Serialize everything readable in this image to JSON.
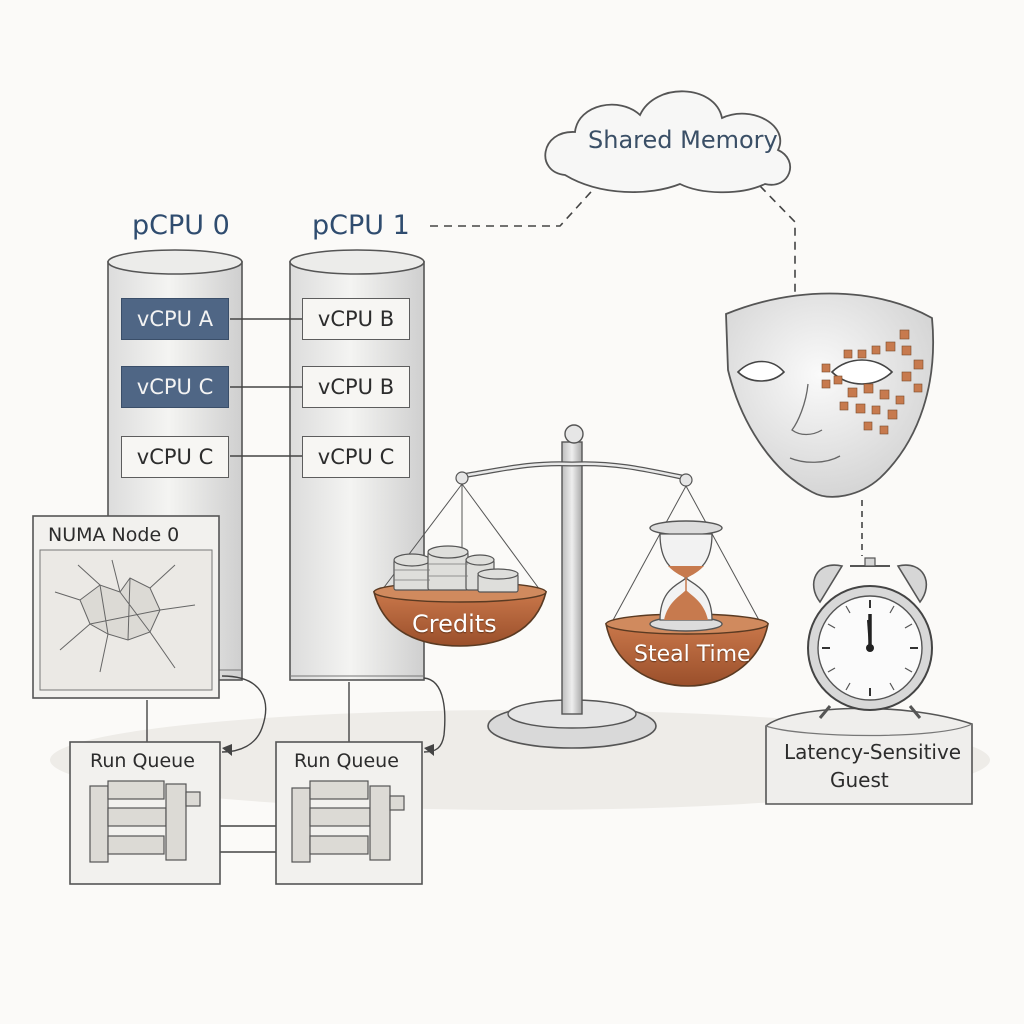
{
  "cloud": {
    "label": "Shared Memory"
  },
  "cpus": [
    {
      "title": "pCPU 0",
      "slots": [
        {
          "label": "vCPU A",
          "highlighted": true
        },
        {
          "label": "vCPU C",
          "highlighted": true
        },
        {
          "label": "vCPU C",
          "highlighted": false
        }
      ]
    },
    {
      "title": "pCPU 1",
      "slots": [
        {
          "label": "vCPU B",
          "highlighted": false
        },
        {
          "label": "vCPU B",
          "highlighted": false
        },
        {
          "label": "vCPU C",
          "highlighted": false
        }
      ]
    }
  ],
  "numa": {
    "label": "NUMA Node 0"
  },
  "run_queues": [
    {
      "label": "Run Queue"
    },
    {
      "label": "Run Queue"
    }
  ],
  "scale": {
    "left_pan": "Credits",
    "right_pan": "Steal Time"
  },
  "guest": {
    "label_line1": "Latency-Sensitive",
    "label_line2": "Guest"
  },
  "colors": {
    "accent_blue": "#4f6685",
    "copper": "#b5643a",
    "pencil": "#4a4a4a"
  },
  "icons": [
    "cloud-icon",
    "mask-icon",
    "alarm-clock-icon",
    "scale-icon",
    "hourglass-icon",
    "coins-icon"
  ]
}
